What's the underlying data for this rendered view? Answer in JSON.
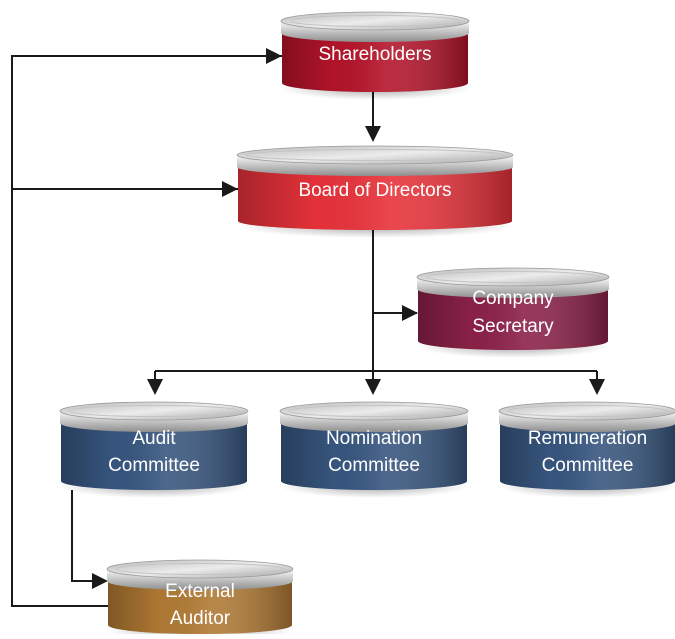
{
  "nodes": {
    "shareholders": {
      "lines": [
        "Shareholders"
      ],
      "color": "#b5142a"
    },
    "board": {
      "lines": [
        "Board of Directors"
      ],
      "color": "#e8323a"
    },
    "secretary": {
      "lines": [
        "Company",
        "Secretary"
      ],
      "color": "#8c2148"
    },
    "audit": {
      "lines": [
        "Audit",
        "Committee"
      ],
      "color": "#37567f"
    },
    "nomination": {
      "lines": [
        "Nomination",
        "Committee"
      ],
      "color": "#37567f"
    },
    "remuneration": {
      "lines": [
        "Remuneration",
        "Committee"
      ],
      "color": "#37567f"
    },
    "auditor": {
      "lines": [
        "External",
        "Auditor"
      ],
      "color": "#b07a34"
    }
  },
  "connector_color": "#1a1a1a"
}
